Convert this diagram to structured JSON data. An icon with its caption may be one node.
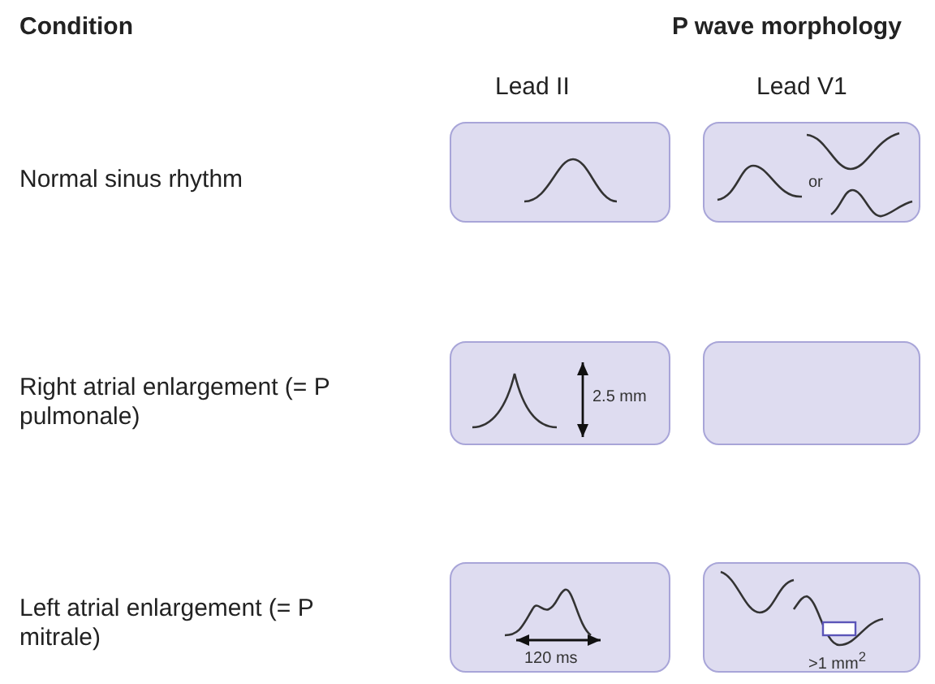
{
  "diagram": {
    "nodes": [
      {
        "text": [],
        "shape": "box"
      },
      {
        "text": [
          "or"
        ]
      },
      {
        "text": [
          "2.5 mm"
        ]
      },
      {
        "text": [],
        "shape": "box"
      },
      {
        "text": [
          "120 ms"
        ]
      },
      {
        "text": [
          ">1 mm$^{2}$"
        ]
      }
    ],
    "labels": [
      "Condition",
      "P wave morphology",
      "Lead II",
      "Lead V1",
      "Normal sinus rhythm",
      "Right atrial enlargement (= P pulmonale)",
      "Left atrial enlargement (= P mitrale)"
    ]
  }
}
